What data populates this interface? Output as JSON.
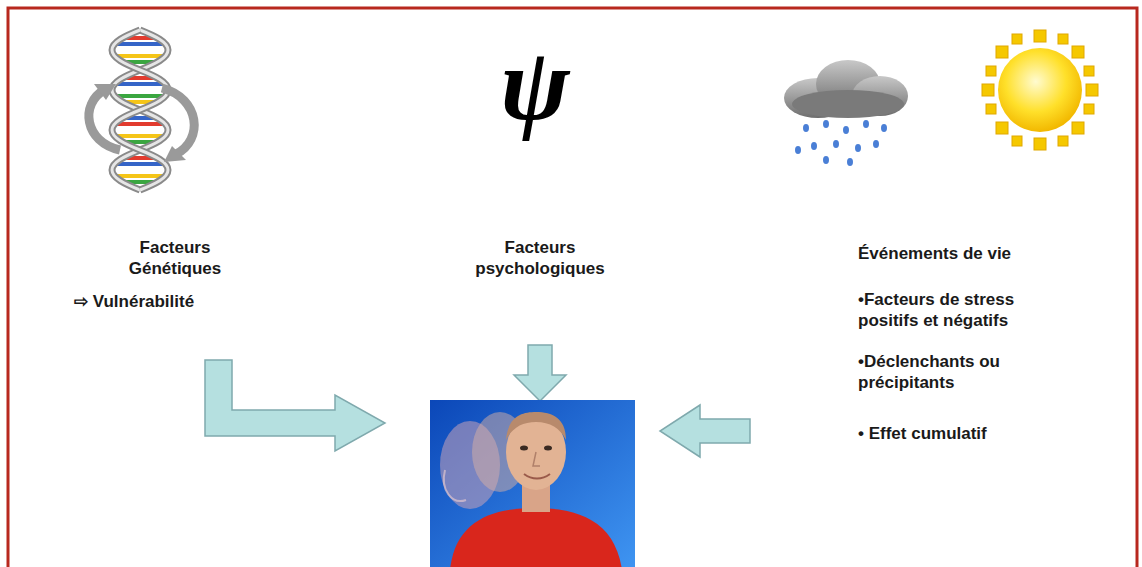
{
  "diagram": {
    "labels": [
      "ψ",
      "Facteurs Génétiques",
      "Facteurs psychologiques",
      "Événements de vie",
      "⇨ Vulnérabilité",
      "•Facteurs de stress positifs et négatifs",
      "•Déclenchants ou précipitants",
      "• Effet cumulatif"
    ]
  }
}
